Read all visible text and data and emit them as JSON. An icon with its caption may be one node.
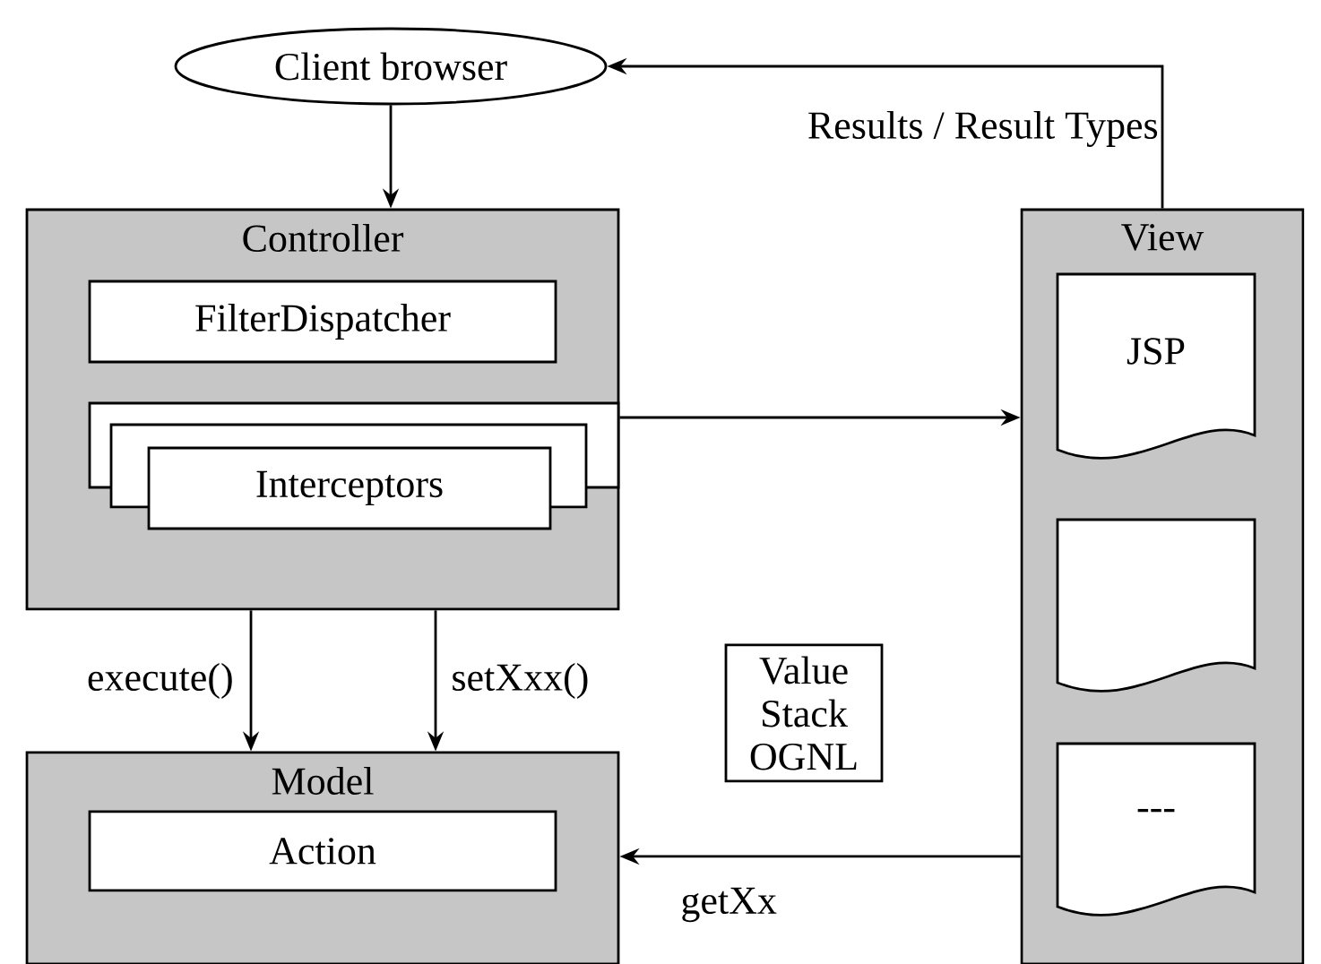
{
  "diagram": {
    "nodes": [
      {
        "text": [
          "Client browser"
        ]
      },
      {
        "text": [
          "Controller"
        ]
      },
      {
        "text": [
          "FilterDispatcher"
        ],
        "in": 1
      },
      {
        "text": [
          "Interceptors"
        ],
        "in": 1
      },
      {
        "text": [
          "View"
        ]
      },
      {
        "text": [
          "JSP"
        ],
        "in": 4
      },
      {
        "text": [],
        "shape": "document",
        "in": 4
      },
      {
        "text": [
          "---"
        ],
        "in": 4
      },
      {
        "text": [
          "Model"
        ]
      },
      {
        "text": [
          "Action"
        ],
        "in": 8
      },
      {
        "text": [
          "Value Stack OGNL"
        ]
      }
    ],
    "edges": [
      {
        "from": 0,
        "to": 1,
        "arrow": "to"
      },
      {
        "from": 4,
        "to": 0,
        "arrow": "to",
        "label": "Results / Result Types"
      },
      {
        "from": 1,
        "to": 4,
        "arrow": "to"
      },
      {
        "from": 1,
        "to": 8,
        "arrow": "to",
        "label": "execute()"
      },
      {
        "from": 1,
        "to": 8,
        "arrow": "to",
        "label": "setXxx()"
      },
      {
        "from": 4,
        "to": 8,
        "arrow": "to",
        "label": "getXx"
      }
    ]
  }
}
